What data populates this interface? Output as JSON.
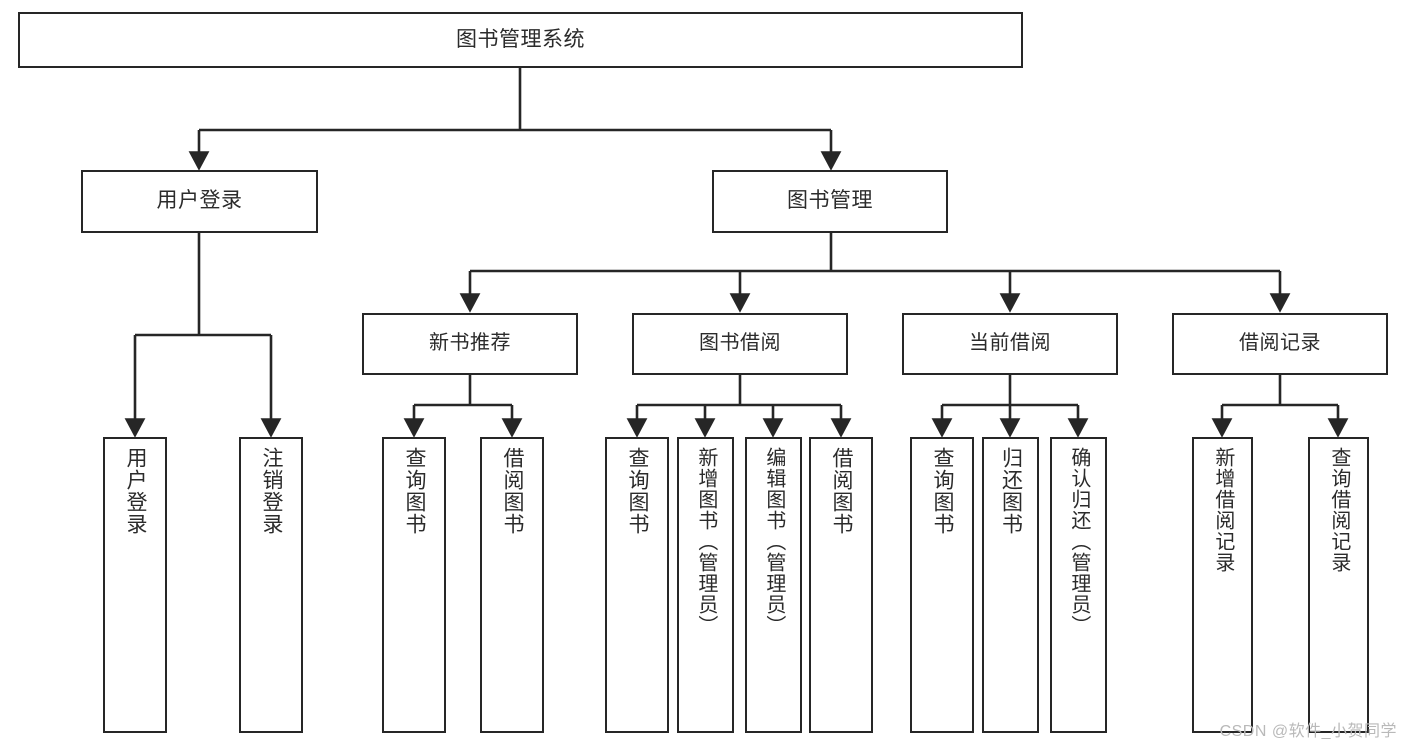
{
  "diagram": {
    "title": "图书管理系统",
    "type": "hierarchy-tree",
    "watermark": "CSDN @软件_小贺同学",
    "colors": {
      "stroke": "#262626",
      "fill": "#ffffff",
      "text": "#2b2b2b",
      "watermark": "#b9b9b9"
    },
    "levels": {
      "level1": [
        {
          "id": "root",
          "label": "图书管理系统"
        }
      ],
      "level2": [
        {
          "id": "user-login",
          "label": "用户登录"
        },
        {
          "id": "book-manage",
          "label": "图书管理"
        }
      ],
      "level3": [
        {
          "id": "new-book-rec",
          "label": "新书推荐",
          "parent": "book-manage"
        },
        {
          "id": "book-borrow",
          "label": "图书借阅",
          "parent": "book-manage"
        },
        {
          "id": "current-borrow",
          "label": "当前借阅",
          "parent": "book-manage"
        },
        {
          "id": "borrow-record",
          "label": "借阅记录",
          "parent": "book-manage"
        }
      ],
      "level4": [
        {
          "id": "leaf-user-login",
          "label": "用户登录",
          "parent": "user-login"
        },
        {
          "id": "leaf-user-logout",
          "label": "注销登录",
          "parent": "user-login"
        },
        {
          "id": "leaf-query-book-1",
          "label": "查询图书",
          "parent": "new-book-rec"
        },
        {
          "id": "leaf-borrow-book-1",
          "label": "借阅图书",
          "parent": "new-book-rec"
        },
        {
          "id": "leaf-query-book-2",
          "label": "查询图书",
          "parent": "book-borrow"
        },
        {
          "id": "leaf-add-book",
          "label": "新增图书（管理员）",
          "parent": "book-borrow"
        },
        {
          "id": "leaf-edit-book",
          "label": "编辑图书（管理员）",
          "parent": "book-borrow"
        },
        {
          "id": "leaf-borrow-book-2",
          "label": "借阅图书",
          "parent": "book-borrow"
        },
        {
          "id": "leaf-query-book-3",
          "label": "查询图书",
          "parent": "current-borrow"
        },
        {
          "id": "leaf-return-book",
          "label": "归还图书",
          "parent": "current-borrow"
        },
        {
          "id": "leaf-confirm-return",
          "label": "确认归还（管理员）",
          "parent": "current-borrow"
        },
        {
          "id": "leaf-add-record",
          "label": "新增借阅记录",
          "parent": "borrow-record"
        },
        {
          "id": "leaf-query-record",
          "label": "查询借阅记录",
          "parent": "borrow-record"
        }
      ]
    }
  }
}
